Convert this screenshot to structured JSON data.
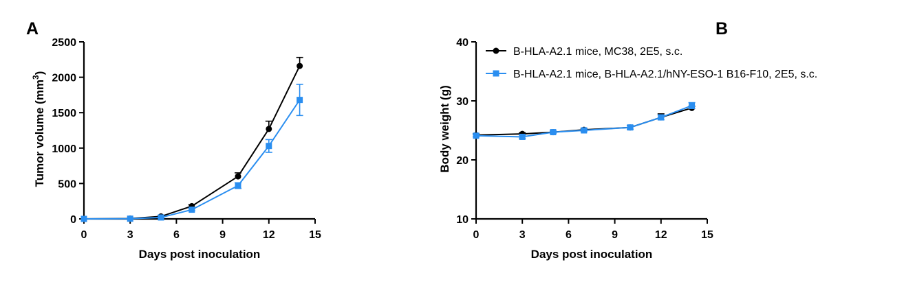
{
  "colors": {
    "black_series": "#000000",
    "blue_series": "#2a8ef0"
  },
  "legend": [
    {
      "label": "B-HLA-A2.1 mice, MC38, 2E5, s.c.",
      "color": "#000000",
      "marker": "circle"
    },
    {
      "label": "B-HLA-A2.1 mice, B-HLA-A2.1/hNY-ESO-1 B16-F10, 2E5, s.c.",
      "color": "#2a8ef0",
      "marker": "square"
    }
  ],
  "chart_data": [
    {
      "panel": "A",
      "type": "line",
      "xlabel": "Days post inoculation",
      "ylabel": "Tumor volume (mm",
      "ylabel_sup": "3",
      "ylabel_end": ")",
      "xlim": [
        0,
        15
      ],
      "ylim": [
        0,
        2500
      ],
      "xticks": [
        0,
        3,
        6,
        9,
        12,
        15
      ],
      "yticks": [
        0,
        500,
        1000,
        1500,
        2000,
        2500
      ],
      "grid": false,
      "series": [
        {
          "name": "B-HLA-A2.1 mice, MC38, 2E5, s.c.",
          "color": "#000000",
          "marker": "circle",
          "x": [
            0,
            3,
            5,
            7,
            10,
            12,
            14
          ],
          "y": [
            0,
            5,
            35,
            180,
            600,
            1270,
            2160
          ],
          "err": [
            0,
            3,
            8,
            20,
            50,
            110,
            120
          ]
        },
        {
          "name": "B-HLA-A2.1 mice, B-HLA-A2.1/hNY-ESO-1 B16-F10, 2E5, s.c.",
          "color": "#2a8ef0",
          "marker": "square",
          "x": [
            0,
            3,
            5,
            7,
            10,
            12,
            14
          ],
          "y": [
            0,
            3,
            20,
            130,
            470,
            1030,
            1680
          ],
          "err": [
            0,
            2,
            5,
            15,
            40,
            90,
            220
          ]
        }
      ]
    },
    {
      "panel": "B",
      "type": "line",
      "xlabel": "Days post inoculation",
      "ylabel": "Body weight (g)",
      "xlim": [
        0,
        15
      ],
      "ylim": [
        10,
        40
      ],
      "xticks": [
        0,
        3,
        6,
        9,
        12,
        15
      ],
      "yticks": [
        10,
        20,
        30,
        40
      ],
      "grid": false,
      "legend_position": "top-right",
      "series": [
        {
          "name": "B-HLA-A2.1 mice, MC38, 2E5, s.c.",
          "color": "#000000",
          "marker": "circle",
          "x": [
            0,
            3,
            5,
            7,
            10,
            12,
            14
          ],
          "y": [
            24.2,
            24.4,
            24.7,
            25.1,
            25.5,
            27.2,
            28.8
          ],
          "err": [
            0.2,
            0.2,
            0.2,
            0.2,
            0.3,
            0.6,
            0.3
          ]
        },
        {
          "name": "B-HLA-A2.1 mice, B-HLA-A2.1/hNY-ESO-1 B16-F10, 2E5, s.c.",
          "color": "#2a8ef0",
          "marker": "square",
          "x": [
            0,
            3,
            5,
            7,
            10,
            12,
            14
          ],
          "y": [
            24.1,
            23.9,
            24.7,
            25.0,
            25.5,
            27.2,
            29.2
          ],
          "err": [
            0.2,
            0.3,
            0.2,
            0.2,
            0.3,
            0.4,
            0.5
          ]
        }
      ]
    }
  ]
}
